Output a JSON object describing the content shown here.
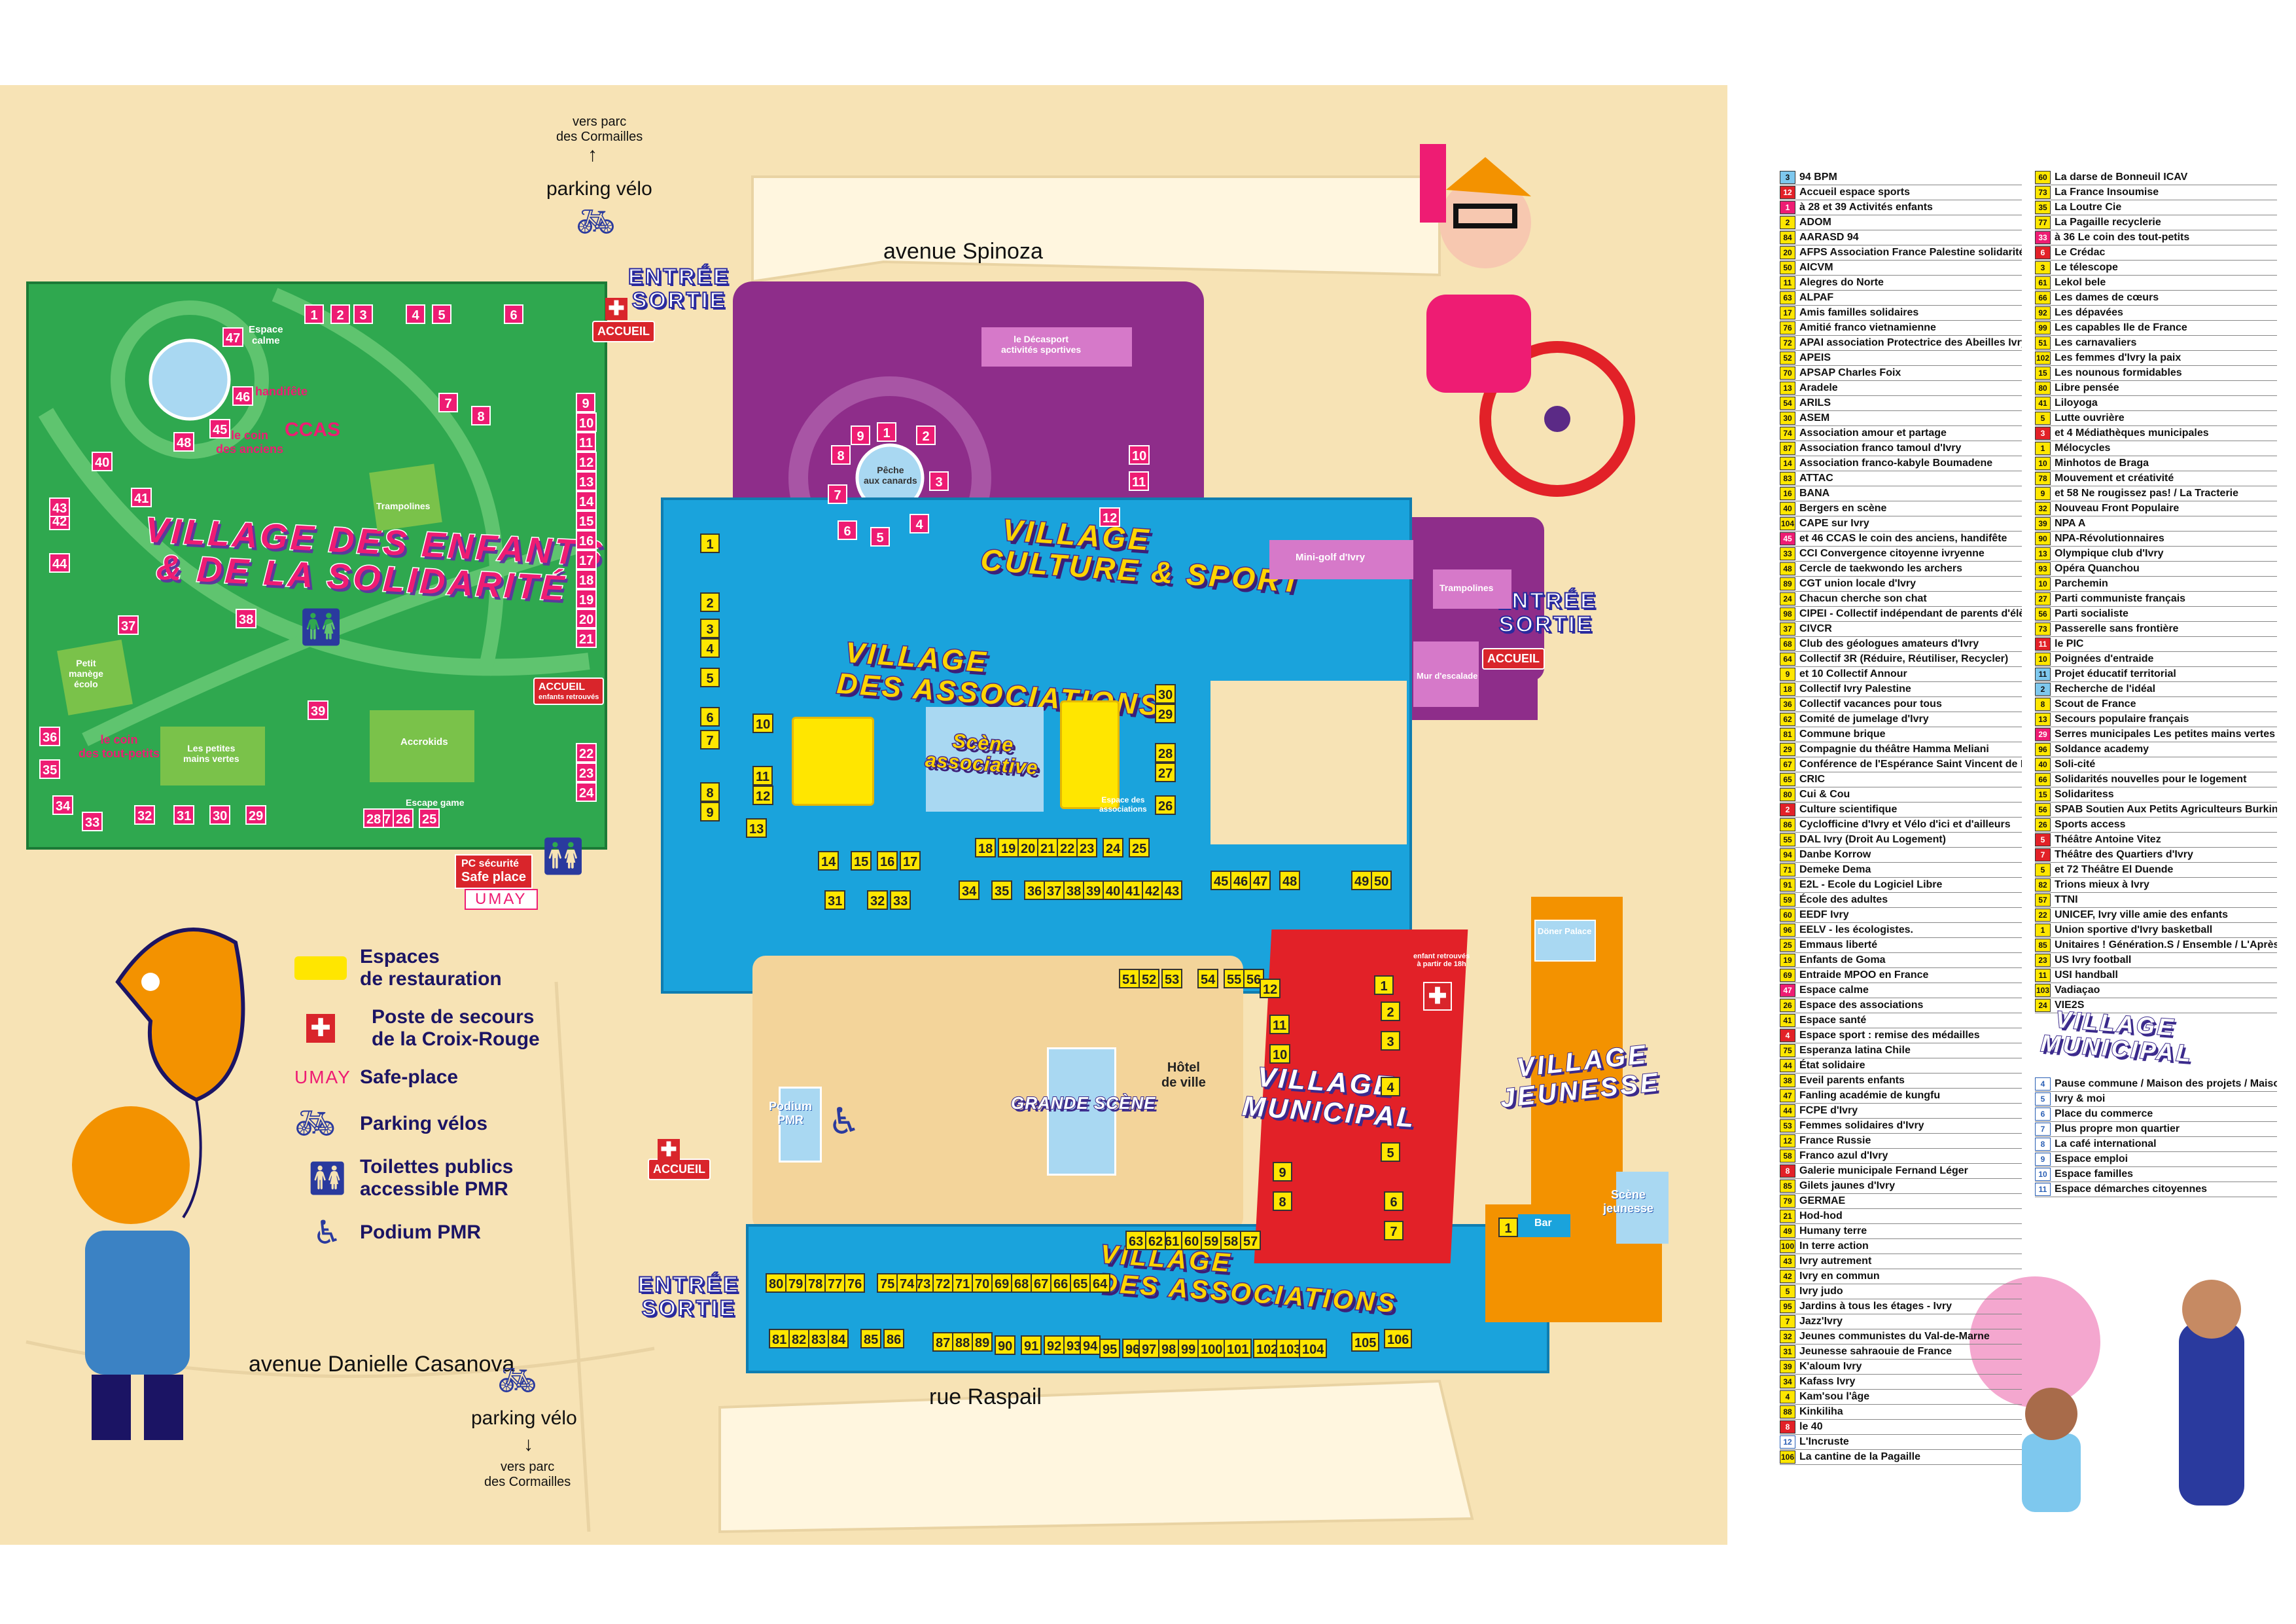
{
  "map": {
    "streets": {
      "spinoza": "avenue Spinoza",
      "casanova": "avenue Danielle Casanova",
      "raspail": "rue Raspail"
    },
    "parking_top": "parking vélo",
    "parking_bottom": "parking vélo",
    "cormailles_top": "vers parc\ndes Cormailles",
    "cormailles_bottom": "vers parc\ndes Cormailles",
    "villages": {
      "enfants_line1": "VILLAGE DES ENFANTS",
      "enfants_line2": "& DE LA SOLIDARITÉ",
      "culture_line1": "VILLAGE",
      "culture_line2": "CULTURE & SPORT",
      "asso_top_line1": "VILLAGE",
      "asso_top_line2": "DES ASSOCIATIONS",
      "asso_bottom_line1": "VILLAGE",
      "asso_bottom_line2": "DES ASSOCIATIONS",
      "municipal_line1": "VILLAGE",
      "municipal_line2": "MUNICIPAL",
      "jeunesse_line1": "VILLAGE",
      "jeunesse_line2": "JEUNESSE"
    },
    "entrees": {
      "e1_line1": "ENTRÉE",
      "e1_line2": "SORTIE",
      "e2_line1": "ENTRÉE",
      "e2_line2": "SORTIE",
      "e3_line1": "ENTRÉE",
      "e3_line2": "SORTIE"
    },
    "accueil": "ACCUEIL",
    "accueil_enfants": "ACCUEIL",
    "accueil_enfants_sub": "enfants retrouvés",
    "zones": {
      "espace_calme": "Espace\ncalme",
      "handifete": "handifête",
      "ccas": "CCAS",
      "coin_anciens": "le coin\ndes anciens",
      "trampolines_green": "Trampolines",
      "petit_manege": "Petit\nmanège\nécolo",
      "coin_tout_petits": "le coin\ndes tout-petits",
      "petites_mains": "Les petites\nmains vertes",
      "accrokids": "Accrokids",
      "escape": "Escape game",
      "decasport": "le Décasport\nactivités sportives",
      "peche": "Pêche\naux canards",
      "minigolf": "Mini-golf d'Ivry",
      "trampolines_purple": "Trampolines",
      "escalade": "Mur d'escalade",
      "scene_asso": "Scène\nassociative",
      "espace_asso": "Espace des\nassociations",
      "hotel_ville": "Hôtel\nde ville",
      "grande_scene": "GRANDE SCÈNE",
      "podium_pmr": "Podium\nPMR",
      "doner": "Döner Palace",
      "scene_jeunesse": "Scène\njeunesse",
      "bar": "Bar",
      "pc_securite": "PC sécurité",
      "safe_place": "Safe place",
      "umay": "UMAY",
      "enfant_retrouves": "enfant retrouvés\nà partir de 18h"
    }
  },
  "legend": {
    "restauration": "Espaces\nde restauration",
    "secours": "Poste de secours\nde la Croix-Rouge",
    "umay_word": "UMAY",
    "safeplace": "Safe-place",
    "velos": "Parking vélos",
    "toilettes": "Toilettes publics\naccessible PMR",
    "podium": "Podium PMR"
  },
  "index_col1": [
    [
      "3",
      "94 BPM",
      "bl"
    ],
    [
      "12",
      "Accueil espace sports",
      "rd"
    ],
    [
      "1",
      "à 28 et 39 Activités enfants",
      "pk"
    ],
    [
      "2",
      "ADOM",
      "yl"
    ],
    [
      "84",
      "AARASD 94",
      "yl"
    ],
    [
      "20",
      "AFPS Association France Palestine solidarité Ivry",
      "yl"
    ],
    [
      "50",
      "AICVM",
      "yl"
    ],
    [
      "11",
      "Alegres do Norte",
      "yl"
    ],
    [
      "63",
      "ALPAF",
      "yl"
    ],
    [
      "17",
      "Amis familles solidaires",
      "yl"
    ],
    [
      "76",
      "Amitié franco vietnamienne",
      "yl"
    ],
    [
      "72",
      "APAI association Protectrice des Abeilles Ivryennes",
      "yl"
    ],
    [
      "52",
      "APEIS",
      "yl"
    ],
    [
      "70",
      "APSAP Charles Foix",
      "yl"
    ],
    [
      "13",
      "Aradele",
      "yl"
    ],
    [
      "54",
      "ARILS",
      "yl"
    ],
    [
      "30",
      "ASEM",
      "yl"
    ],
    [
      "74",
      "Association amour et partage",
      "yl"
    ],
    [
      "87",
      "Association franco tamoul d'Ivry",
      "yl"
    ],
    [
      "14",
      "Association franco-kabyle Boumadene",
      "yl"
    ],
    [
      "83",
      "ATTAC",
      "yl"
    ],
    [
      "16",
      "BANA",
      "yl"
    ],
    [
      "40",
      "Bergers en scène",
      "yl"
    ],
    [
      "104",
      "CAPE sur Ivry",
      "yl"
    ],
    [
      "45",
      "et 46 CCAS le coin des anciens, handifête",
      "pk"
    ],
    [
      "33",
      "CCI Convergence citoyenne ivryenne",
      "yl"
    ],
    [
      "48",
      "Cercle de taekwondo les archers",
      "yl"
    ],
    [
      "89",
      "CGT union locale d'Ivry",
      "yl"
    ],
    [
      "24",
      "Chacun cherche son chat",
      "yl"
    ],
    [
      "98",
      "CIPEI - Collectif indépendant de parents d'élèves d'Ivry",
      "yl"
    ],
    [
      "37",
      "CIVCR",
      "yl"
    ],
    [
      "68",
      "Club des géologues amateurs d'Ivry",
      "yl"
    ],
    [
      "64",
      "Collectif 3R (Réduire, Réutiliser, Recycler)",
      "yl"
    ],
    [
      "9",
      "et 10 Collectif Annour",
      "yl"
    ],
    [
      "18",
      "Collectif Ivry Palestine",
      "yl"
    ],
    [
      "36",
      "Collectif vacances pour tous",
      "yl"
    ],
    [
      "62",
      "Comité de jumelage d'Ivry",
      "yl"
    ],
    [
      "81",
      "Commune brique",
      "yl"
    ],
    [
      "29",
      "Compagnie du théâtre Hamma Meliani",
      "yl"
    ],
    [
      "67",
      "Conférence de l'Espérance Saint Vincent de Paul",
      "yl"
    ],
    [
      "65",
      "CRIC",
      "yl"
    ],
    [
      "80",
      "Cui & Cou",
      "yl"
    ],
    [
      "2",
      "Culture scientifique",
      "rd"
    ],
    [
      "86",
      "Cyclofficine d'Ivry et Vélo d'ici et d'ailleurs",
      "yl"
    ],
    [
      "55",
      "DAL Ivry (Droit Au Logement)",
      "yl"
    ],
    [
      "94",
      "Danbe Korrow",
      "yl"
    ],
    [
      "71",
      "Demeke Dema",
      "yl"
    ],
    [
      "91",
      "E2L - Ecole du Logiciel Libre",
      "yl"
    ],
    [
      "59",
      "École des adultes",
      "yl"
    ],
    [
      "60",
      "EEDF Ivry",
      "yl"
    ],
    [
      "96",
      "EELV - les écologistes.",
      "yl"
    ],
    [
      "25",
      "Emmaus liberté",
      "yl"
    ],
    [
      "19",
      "Enfants de Goma",
      "yl"
    ],
    [
      "69",
      "Entraide MPOO en France",
      "yl"
    ],
    [
      "47",
      "Espace calme",
      "pk"
    ],
    [
      "26",
      "Espace des associations",
      "yl"
    ],
    [
      "41",
      "Espace santé",
      "yl"
    ],
    [
      "4",
      "Espace sport : remise des médailles",
      "rd"
    ],
    [
      "75",
      "Esperanza latina Chile",
      "yl"
    ],
    [
      "44",
      "État solidaire",
      "yl"
    ],
    [
      "38",
      "Eveil parents enfants",
      "yl"
    ],
    [
      "47",
      "Fanling académie de kungfu",
      "yl"
    ],
    [
      "44",
      "FCPE d'Ivry",
      "yl"
    ],
    [
      "53",
      "Femmes solidaires d'Ivry",
      "yl"
    ],
    [
      "12",
      "France Russie",
      "yl"
    ],
    [
      "58",
      "Franco azul d'Ivry",
      "yl"
    ],
    [
      "8",
      "Galerie municipale Fernand Léger",
      "rd"
    ],
    [
      "85",
      "Gilets jaunes d'Ivry",
      "yl"
    ],
    [
      "79",
      "GERMAE",
      "yl"
    ],
    [
      "21",
      "Hod-hod",
      "yl"
    ],
    [
      "49",
      "Humany terre",
      "yl"
    ],
    [
      "100",
      "In terre action",
      "yl"
    ],
    [
      "43",
      "Ivry autrement",
      "yl"
    ],
    [
      "42",
      "Ivry en commun",
      "yl"
    ],
    [
      "5",
      "Ivry judo",
      "yl"
    ],
    [
      "95",
      "Jardins à tous les étages - Ivry",
      "yl"
    ],
    [
      "7",
      "Jazz'Ivry",
      "yl"
    ],
    [
      "32",
      "Jeunes communistes du Val-de-Marne",
      "yl"
    ],
    [
      "31",
      "Jeunesse sahraouie de France",
      "yl"
    ],
    [
      "39",
      "K'aloum Ivry",
      "yl"
    ],
    [
      "34",
      "Kafass Ivry",
      "yl"
    ],
    [
      "4",
      "Kam'sou l'âge",
      "yl"
    ],
    [
      "88",
      "Kinkiliha",
      "yl"
    ],
    [
      "8",
      "le 40",
      "rd"
    ],
    [
      "12",
      "L'Incruste",
      "lb"
    ],
    [
      "106",
      "La cantine de la Pagaille",
      "yl"
    ]
  ],
  "index_col2": [
    [
      "60",
      "La darse de Bonneuil ICAV",
      "yl"
    ],
    [
      "73",
      "La France Insoumise",
      "yl"
    ],
    [
      "35",
      "La Loutre Cie",
      "yl"
    ],
    [
      "77",
      "La Pagaille recyclerie",
      "yl"
    ],
    [
      "33",
      "à 36 Le coin des tout-petits",
      "pk"
    ],
    [
      "6",
      "Le Crédac",
      "rd"
    ],
    [
      "3",
      "Le télescope",
      "yl"
    ],
    [
      "61",
      "Lekol bele",
      "yl"
    ],
    [
      "66",
      "Les dames de cœurs",
      "yl"
    ],
    [
      "92",
      "Les dépavées",
      "yl"
    ],
    [
      "99",
      "Les capables Ile de France",
      "yl"
    ],
    [
      "51",
      "Les carnavaliers",
      "yl"
    ],
    [
      "102",
      "Les femmes d'Ivry la paix",
      "yl"
    ],
    [
      "15",
      "Les nounous formidables",
      "yl"
    ],
    [
      "80",
      "Libre pensée",
      "yl"
    ],
    [
      "41",
      "Liloyoga",
      "yl"
    ],
    [
      "5",
      "Lutte ouvrière",
      "yl"
    ],
    [
      "3",
      "et 4 Médiathèques municipales",
      "rd"
    ],
    [
      "1",
      "Mélocycles",
      "yl"
    ],
    [
      "10",
      "Minhotos de Braga",
      "yl"
    ],
    [
      "78",
      "Mouvement et créativité",
      "yl"
    ],
    [
      "9",
      "et 58 Ne rougissez pas! / La Tracterie",
      "yl"
    ],
    [
      "32",
      "Nouveau Front Populaire",
      "yl"
    ],
    [
      "39",
      "NPA A",
      "yl"
    ],
    [
      "90",
      "NPA-Révolutionnaires",
      "yl"
    ],
    [
      "13",
      "Olympique club d'Ivry",
      "yl"
    ],
    [
      "93",
      "Opéra Quanchou",
      "yl"
    ],
    [
      "10",
      "Parchemin",
      "yl"
    ],
    [
      "27",
      "Parti communiste français",
      "yl"
    ],
    [
      "56",
      "Parti socialiste",
      "yl"
    ],
    [
      "73",
      "Passerelle sans frontière",
      "yl"
    ],
    [
      "11",
      "le PIC",
      "rd"
    ],
    [
      "10",
      "Poignées d'entraide",
      "yl"
    ],
    [
      "11",
      "Projet éducatif territorial",
      "bl"
    ],
    [
      "2",
      "Recherche de l'idéal",
      "bl"
    ],
    [
      "8",
      "Scout de France",
      "yl"
    ],
    [
      "13",
      "Secours populaire français",
      "yl"
    ],
    [
      "29",
      "Serres municipales Les petites mains vertes",
      "pk"
    ],
    [
      "96",
      "Soldance academy",
      "yl"
    ],
    [
      "40",
      "Soli-cité",
      "yl"
    ],
    [
      "66",
      "Solidarités nouvelles pour le logement",
      "yl"
    ],
    [
      "15",
      "Solidaritess",
      "yl"
    ],
    [
      "56",
      "SPAB Soutien Aux Petits Agriculteurs Burkinabés",
      "yl"
    ],
    [
      "26",
      "Sports access",
      "yl"
    ],
    [
      "5",
      "Théâtre Antoine Vitez",
      "rd"
    ],
    [
      "7",
      "Théâtre des Quartiers d'Ivry",
      "rd"
    ],
    [
      "5",
      "et 72 Théâtre El Duende",
      "yl"
    ],
    [
      "82",
      "Trions mieux à Ivry",
      "yl"
    ],
    [
      "57",
      "TTNI",
      "yl"
    ],
    [
      "22",
      "UNICEF, Ivry ville amie des enfants",
      "yl"
    ],
    [
      "1",
      "Union sportive d'Ivry basketball",
      "yl"
    ],
    [
      "85",
      "Unitaires ! Génération.S / Ensemble / L'Après",
      "yl"
    ],
    [
      "23",
      "US Ivry football",
      "yl"
    ],
    [
      "11",
      "USI handball",
      "yl"
    ],
    [
      "103",
      "Vadiaçao",
      "yl"
    ],
    [
      "24",
      "VIE2S",
      "yl"
    ]
  ],
  "index_village_municipal_line1": "VILLAGE",
  "index_village_municipal_line2": "MUNICIPAL",
  "index_col3": [
    [
      "4",
      "Pause commune / Maison des projets / Maison Nature en ville",
      "lb"
    ],
    [
      "5",
      "Ivry & moi",
      "lb"
    ],
    [
      "6",
      "Place du commerce",
      "lb"
    ],
    [
      "7",
      "Plus propre mon quartier",
      "lb"
    ],
    [
      "8",
      "La café international",
      "lb"
    ],
    [
      "9",
      "Espace emploi",
      "lb"
    ],
    [
      "10",
      "Espace familles",
      "lb"
    ],
    [
      "11",
      "Espace démarches citoyennes",
      "lb"
    ]
  ],
  "colors": {
    "green": "#2fa84f",
    "purple": "#8e2d8a",
    "blue": "#1aa3dc",
    "red": "#e22128",
    "orange": "#f39200",
    "beige": "#f7e3b5",
    "pink": "#ee1c73",
    "yellow": "#ffe600"
  }
}
